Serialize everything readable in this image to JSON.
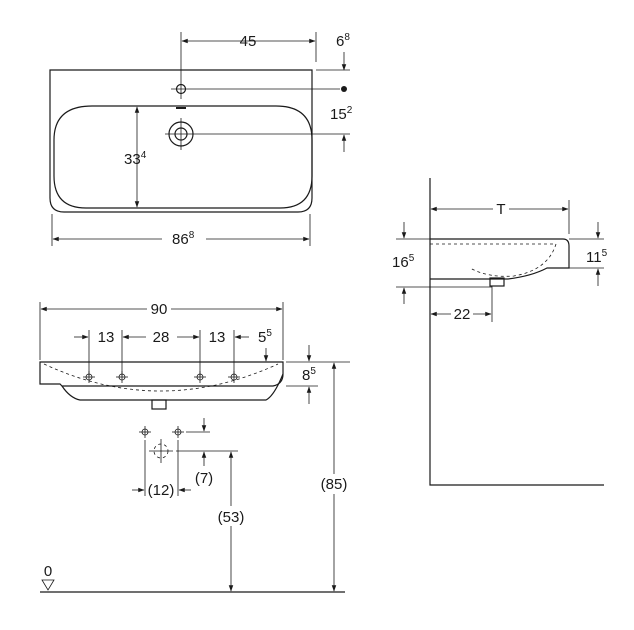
{
  "top_view": {
    "dim_width_overall": "86",
    "dim_width_overall_sup": "8",
    "dim_tap_offset": "45",
    "dim_tap_edge": "6",
    "dim_tap_edge_sup": "8",
    "dim_hole_depth": "15",
    "dim_hole_depth_sup": "2",
    "dim_bowl_depth": "33",
    "dim_bowl_depth_sup": "4"
  },
  "front_view": {
    "dim_total_width": "90",
    "dim_a": "13",
    "dim_b": "28",
    "dim_c": "13",
    "dim_d": "5",
    "dim_d_sup": "5",
    "dim_thickness": "8",
    "dim_thickness_sup": "5",
    "dim_drain_spacing": "(12)",
    "dim_drain_offset": "(7)",
    "dim_drain_height": "(53)",
    "dim_mount_height": "(85)",
    "floor_label": "0"
  },
  "side_view": {
    "dim_depth": "T",
    "dim_rim_height": "16",
    "dim_rim_height_sup": "5",
    "dim_lip": "11",
    "dim_lip_sup": "5",
    "dim_drain_wall": "22"
  }
}
